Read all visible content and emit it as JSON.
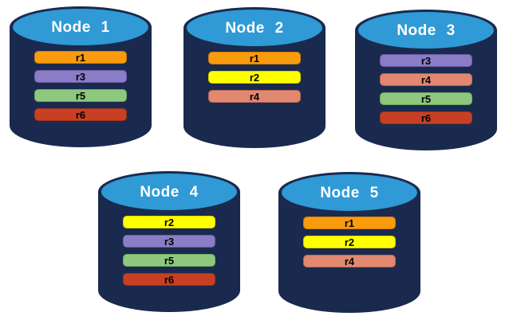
{
  "colors": {
    "node_body": "#1a2a4e",
    "node_top_ellipse": "#2f9ad5",
    "node_title_text": "#ffffff",
    "bar_text": "#000000",
    "replicas": {
      "r1": {
        "fill": "#f89b0d",
        "border": "#cf7e06"
      },
      "r2": {
        "fill": "#ffff00",
        "border": "#d9d400"
      },
      "r3": {
        "fill": "#8a7cc5",
        "border": "#6c5fa8"
      },
      "r4": {
        "fill": "#e08870",
        "border": "#bb6753"
      },
      "r5": {
        "fill": "#8dc87e",
        "border": "#6fab61"
      },
      "r6": {
        "fill": "#c84023",
        "border": "#a1331a"
      }
    }
  },
  "nodes": [
    {
      "label": "Node 1",
      "replicas": [
        "r1",
        "r3",
        "r5",
        "r6"
      ]
    },
    {
      "label": "Node 2",
      "replicas": [
        "r1",
        "r2",
        "r4"
      ]
    },
    {
      "label": "Node 3",
      "replicas": [
        "r3",
        "r4",
        "r5",
        "r6"
      ]
    },
    {
      "label": "Node 4",
      "replicas": [
        "r2",
        "r3",
        "r5",
        "r6"
      ]
    },
    {
      "label": "Node 5",
      "replicas": [
        "r1",
        "r2",
        "r4"
      ]
    }
  ]
}
